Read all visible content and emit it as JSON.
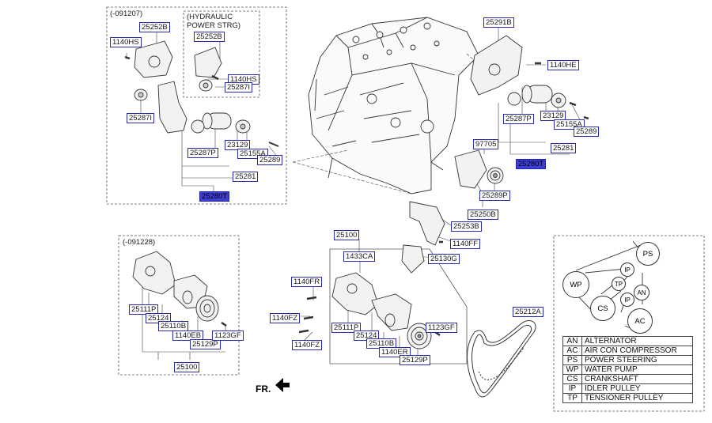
{
  "frames": {
    "tensioner_top": {
      "code": "(-091207)",
      "sub_title_1": "(HYDRAULIC",
      "sub_title_2": "POWER STRG)"
    },
    "water_pump_left": {
      "code": "(-091228)"
    }
  },
  "parts": {
    "tl_1140hs": "1140HS",
    "tl_25252b": "25252B",
    "tl_25287i": "25287I",
    "tl_25287p": "25287P",
    "tl_23129": "23129",
    "tl_25155a": "25155A",
    "tl_25289": "25289",
    "tl_25281": "25281",
    "tl_25280t": "25280T",
    "hp_25252b": "25252B",
    "hp_1140hs": "1140HS",
    "hp_25287i": "25287I",
    "r_25291b": "25291B",
    "r_1140he": "1140HE",
    "r_25287p": "25287P",
    "r_23129": "23129",
    "r_25155a": "25155A",
    "r_25289": "25289",
    "r_25281": "25281",
    "r_97705": "97705",
    "r_25280t": "25280T",
    "r_25289p": "25289P",
    "r_25250b": "25250B",
    "r_25253b": "25253B",
    "r_1140ff": "1140FF",
    "r_25130g": "25130G",
    "c_25100": "25100",
    "c_1433ca": "1433CA",
    "c_1140fr": "1140FR",
    "c_1140fz_a": "1140FZ",
    "c_1140fz_b": "1140FZ",
    "c_25111p": "25111P",
    "c_25124": "25124",
    "c_25110b": "25110B",
    "c_1140er": "1140ER",
    "c_25129p": "25129P",
    "c_1123gf": "1123GF",
    "l_25111p": "25111P",
    "l_25124": "25124",
    "l_25110b": "25110B",
    "l_1140eb": "1140EB",
    "l_25129p": "25129P",
    "l_1123gf": "1123GF",
    "l_25100": "25100",
    "belt_25212a": "25212A"
  },
  "direction": {
    "label": "FR."
  },
  "belt_routing": {
    "pulleys": [
      "PS",
      "IP",
      "WP",
      "TP",
      "CS",
      "IP",
      "AN",
      "AC"
    ]
  },
  "legend": [
    {
      "code": "AN",
      "desc": "ALTERNATOR"
    },
    {
      "code": "AC",
      "desc": "AIR CON COMPRESSOR"
    },
    {
      "code": "PS",
      "desc": "POWER STEERING"
    },
    {
      "code": "WP",
      "desc": "WATER PUMP"
    },
    {
      "code": "CS",
      "desc": "CRANKSHAFT"
    },
    {
      "code": "IP",
      "desc": "IDLER PULLEY"
    },
    {
      "code": "TP",
      "desc": "TENSIONER PULLEY"
    }
  ]
}
